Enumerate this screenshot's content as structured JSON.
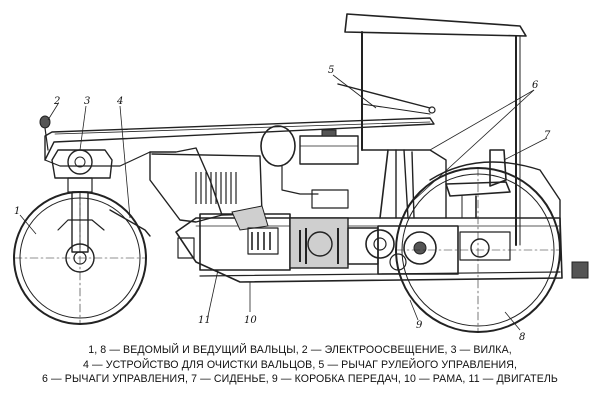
{
  "callouts": [
    "1",
    "2",
    "3",
    "4",
    "5",
    "6",
    "7",
    "8",
    "9",
    "10",
    "11"
  ],
  "caption": [
    "1, 8 — ВЕДОМЫЙ И ВЕДУЩИЙ ВАЛЬЦЫ, 2 — ЭЛЕКТРООСВЕЩЕНИЕ, 3 — ВИЛКА,",
    "4 — УСТРОЙСТВО ДЛЯ ОЧИСТКИ ВАЛЬЦОВ, 5 — РЫЧАГ РУЛЕЙОГО УПРАВЛЕНИЯ,",
    "6 — РЫЧАГИ УПРАВЛЕНИЯ, 7 — СИДЕНЬЕ, 9 — КОРОБКА ПЕРЕДАЧ, 10 — РАМА, 11 — ДВИГАТЕЛЬ"
  ]
}
